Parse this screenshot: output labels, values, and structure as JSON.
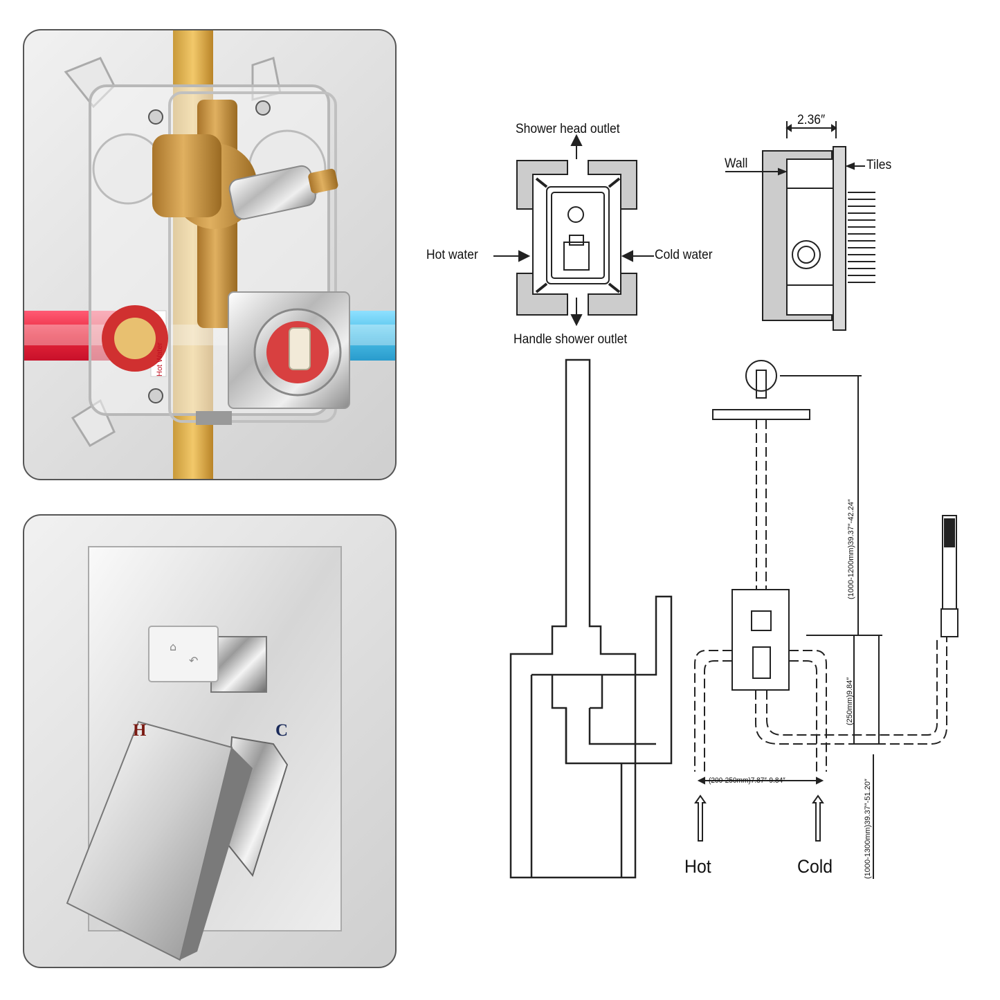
{
  "photo_valve": {
    "sticker_text": "Hot Water"
  },
  "photo_trim": {
    "hot_mark": "H",
    "cold_mark": "C",
    "hot_color": "#7a1a12",
    "cold_color": "#1a2a5a"
  },
  "front_view": {
    "top_label": "Shower head outlet",
    "left_label": "Hot water",
    "right_label": "Cold water",
    "bottom_label": "Handle shower outlet"
  },
  "side_view": {
    "depth_dim": "2.36″",
    "wall_label": "Wall",
    "tiles_label": "Tiles"
  },
  "install_diagram": {
    "height_dim": "(1000-1200mm)39.37″-42.24″",
    "valve_dim": "(250mm)9.84″",
    "spacing_dim": "(200-250mm)7.87″-9.84″",
    "floor_dim": "(1000-1300mm)39.37″-51.20″",
    "hot_label": "Hot",
    "cold_label": "Cold"
  },
  "colors": {
    "hot_pipe": "#e8283c",
    "cold_pipe": "#4cc0e8",
    "brass": "#c8923e",
    "line": "#222222",
    "wall_gray": "#cccccc"
  }
}
